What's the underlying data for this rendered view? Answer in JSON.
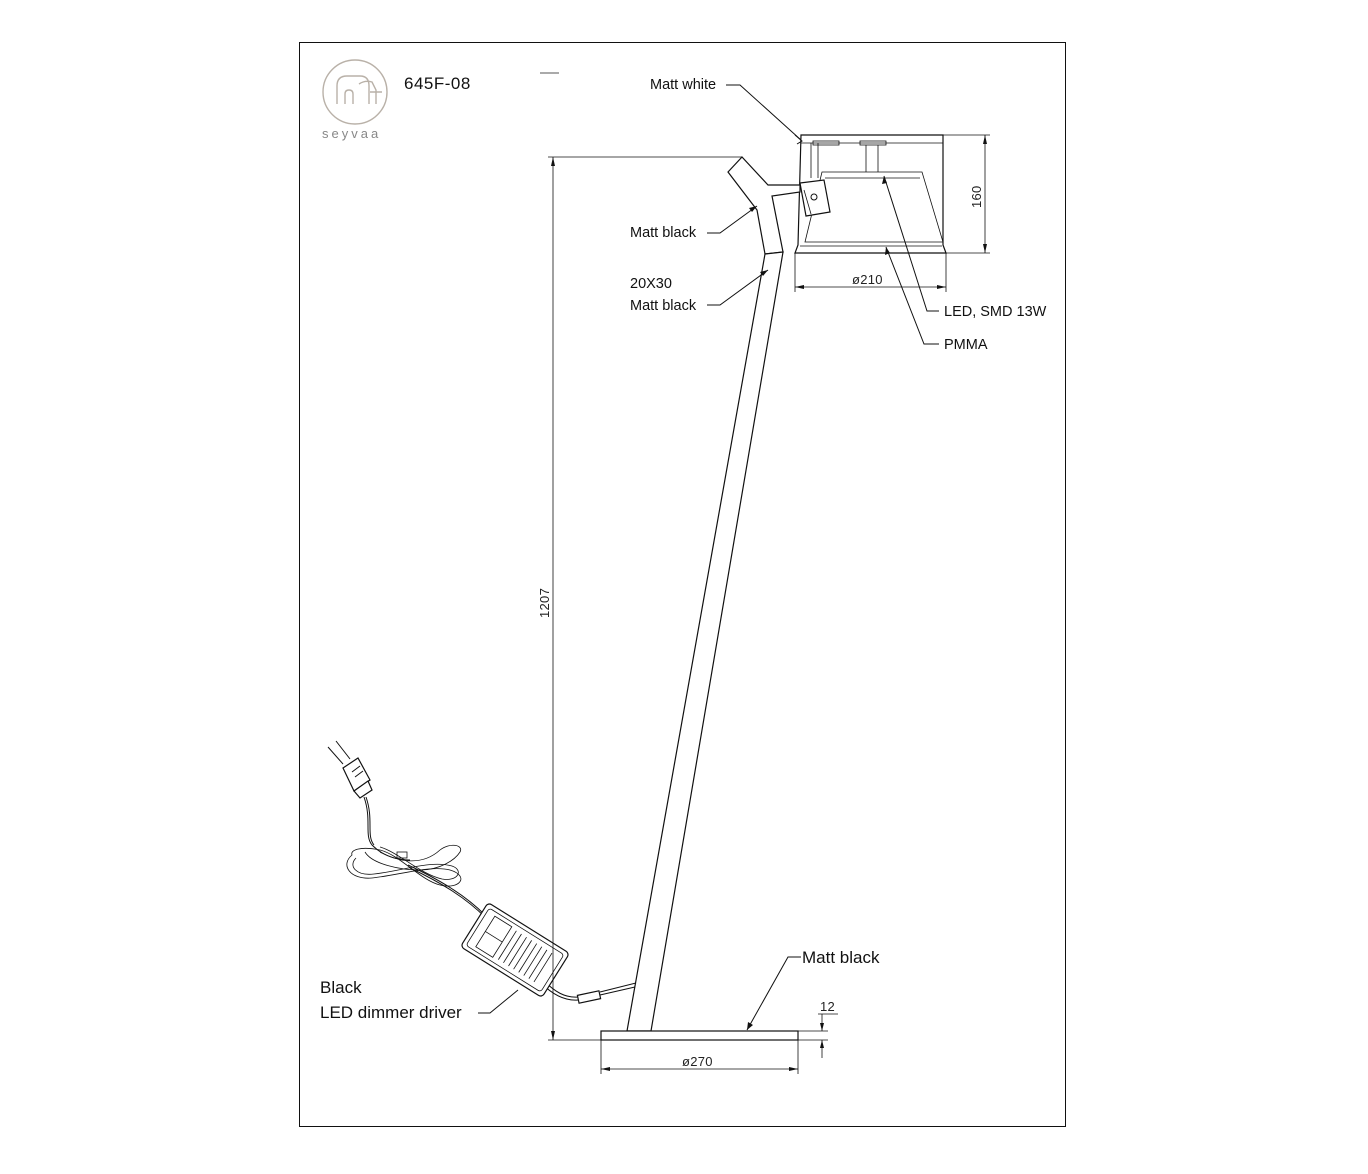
{
  "title_block": {
    "model_code": "645F-08",
    "brand_name": "seyvaa"
  },
  "callouts": {
    "head_finish": "Matt white",
    "arm_finish": "Matt black",
    "pole_size": "20X30",
    "pole_finish": "Matt black",
    "light_source": "LED, SMD 13W",
    "diffuser": "PMMA",
    "base_finish": "Matt black",
    "driver_color": "Black",
    "driver_type": "LED dimmer driver"
  },
  "dimensions": {
    "overall_height": "1207",
    "head_height": "160",
    "head_diameter": "ø210",
    "base_diameter": "ø270",
    "base_thickness": "12"
  }
}
